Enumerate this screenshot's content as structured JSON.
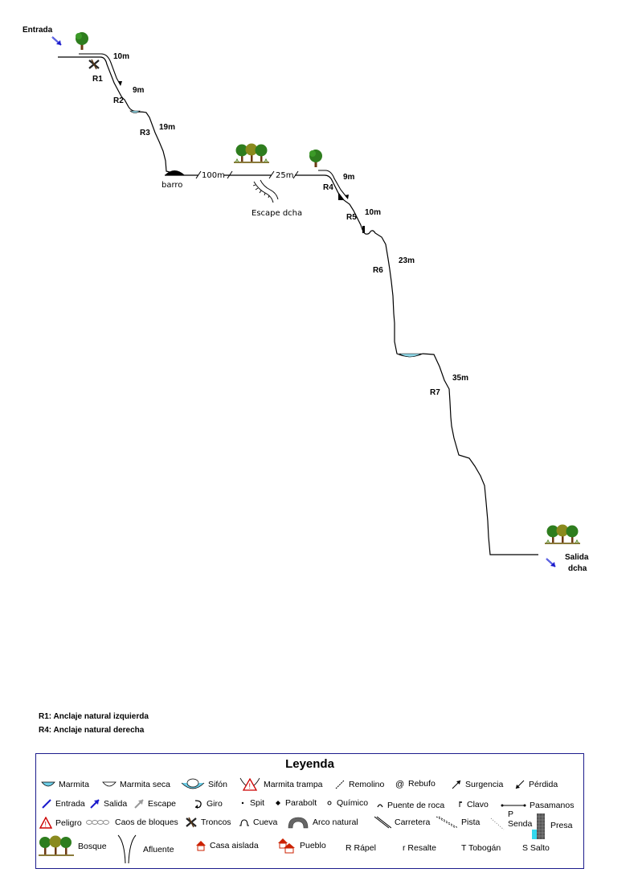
{
  "labels": {
    "entrada": "Entrada",
    "salida_1": "Salida",
    "salida_2": "dcha",
    "barro": "barro",
    "escape": "Escape dcha",
    "d_10m_a": "10m",
    "d_9m_a": "9m",
    "d_19m": "19m",
    "d_100m": "100m",
    "d_25m": "25m",
    "d_9m_b": "9m",
    "d_10m_b": "10m",
    "d_23m": "23m",
    "d_35m": "35m",
    "r1": "R1",
    "r2": "R2",
    "r3": "R3",
    "r4": "R4",
    "r5": "R5",
    "r6": "R6",
    "r7": "R7"
  },
  "notes": {
    "r1": "R1: Anclaje natural izquierda",
    "r4": "R4: Anclaje natural derecha"
  },
  "colors": {
    "line": "#000000",
    "water": "#8fd8e8",
    "arrow_blue": "#1a1acc",
    "legend_border": "#1c1c8c",
    "tree_green": "#2e7d1e",
    "tree_trunk": "#6b3a12",
    "danger_red": "#cc0000"
  },
  "legend": {
    "title": "Leyenda",
    "items": [
      {
        "label": "Marmita",
        "icon": "marmita-icon"
      },
      {
        "label": "Marmita seca",
        "icon": "marmita-seca-icon"
      },
      {
        "label": "Sifón",
        "icon": "sifon-icon"
      },
      {
        "label": "Marmita trampa",
        "icon": "marmita-trampa-icon"
      },
      {
        "label": "Remolino",
        "icon": "remolino-icon"
      },
      {
        "label": "Rebufo",
        "icon": "rebufo-icon"
      },
      {
        "label": "Surgencia",
        "icon": "surgencia-icon"
      },
      {
        "label": "Pérdida",
        "icon": "perdida-icon"
      },
      {
        "label": "Entrada",
        "icon": "entrada-icon"
      },
      {
        "label": "Salida",
        "icon": "salida-icon"
      },
      {
        "label": "Escape",
        "icon": "escape-icon"
      },
      {
        "label": "Giro",
        "icon": "giro-icon"
      },
      {
        "label": "Spit",
        "icon": "spit-icon"
      },
      {
        "label": "Parabolt",
        "icon": "parabolt-icon"
      },
      {
        "label": "Químico",
        "icon": "quimico-icon"
      },
      {
        "label": "Puente de roca",
        "icon": "puente-roca-icon"
      },
      {
        "label": "Clavo",
        "icon": "clavo-icon"
      },
      {
        "label": "Pasamanos",
        "icon": "pasamanos-icon"
      },
      {
        "label": "P",
        "icon": ""
      },
      {
        "label": "Peligro",
        "icon": "peligro-icon"
      },
      {
        "label": "Caos de bloques",
        "icon": "caos-bloques-icon"
      },
      {
        "label": "Troncos",
        "icon": "troncos-icon"
      },
      {
        "label": "Cueva",
        "icon": "cueva-icon"
      },
      {
        "label": "Arco natural",
        "icon": "arco-natural-icon"
      },
      {
        "label": "Carretera",
        "icon": "carretera-icon"
      },
      {
        "label": "Pista",
        "icon": "pista-icon"
      },
      {
        "label": "Senda",
        "icon": "senda-icon"
      },
      {
        "label": "Presa",
        "icon": "presa-icon"
      },
      {
        "label": "Bosque",
        "icon": "bosque-icon"
      },
      {
        "label": "Afluente",
        "icon": "afluente-icon"
      },
      {
        "label": "Casa aislada",
        "icon": "casa-aislada-icon"
      },
      {
        "label": "Pueblo",
        "icon": "pueblo-icon"
      },
      {
        "label": "R Rápel",
        "icon": ""
      },
      {
        "label": "r Resalte",
        "icon": ""
      },
      {
        "label": "T Tobogán",
        "icon": ""
      },
      {
        "label": "S Salto",
        "icon": ""
      }
    ]
  }
}
